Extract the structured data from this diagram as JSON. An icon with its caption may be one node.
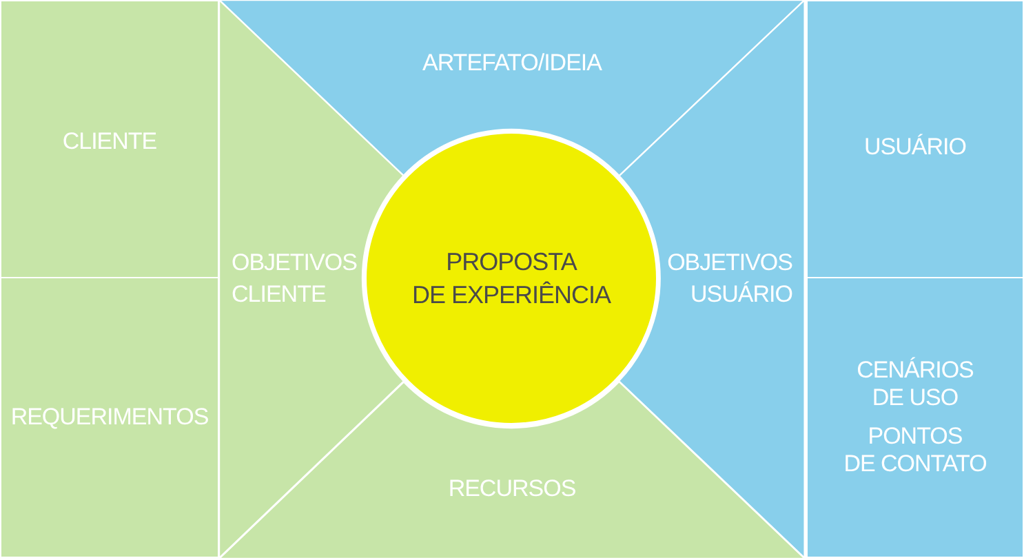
{
  "diagram": {
    "nodes": [
      {
        "text": [
          "CLIENTE"
        ]
      },
      {
        "text": [
          "REQUERIMENTOS"
        ]
      },
      {
        "text": [
          "ARTEFATO/IDEIA"
        ]
      },
      {
        "text": [
          "OBJETIVOS CLIENTE"
        ]
      },
      {
        "text": [
          "PROPOSTA DE EXPERIÊNCIA"
        ]
      },
      {
        "text": [
          "OBJETIVOS USUÁRIO"
        ]
      },
      {
        "text": [
          "RECURSOS"
        ]
      },
      {
        "text": [
          "USUÁRIO"
        ]
      },
      {
        "text": [
          "CENÁRIOS DE USO",
          "PONTOS DE CONTATO"
        ]
      }
    ]
  }
}
